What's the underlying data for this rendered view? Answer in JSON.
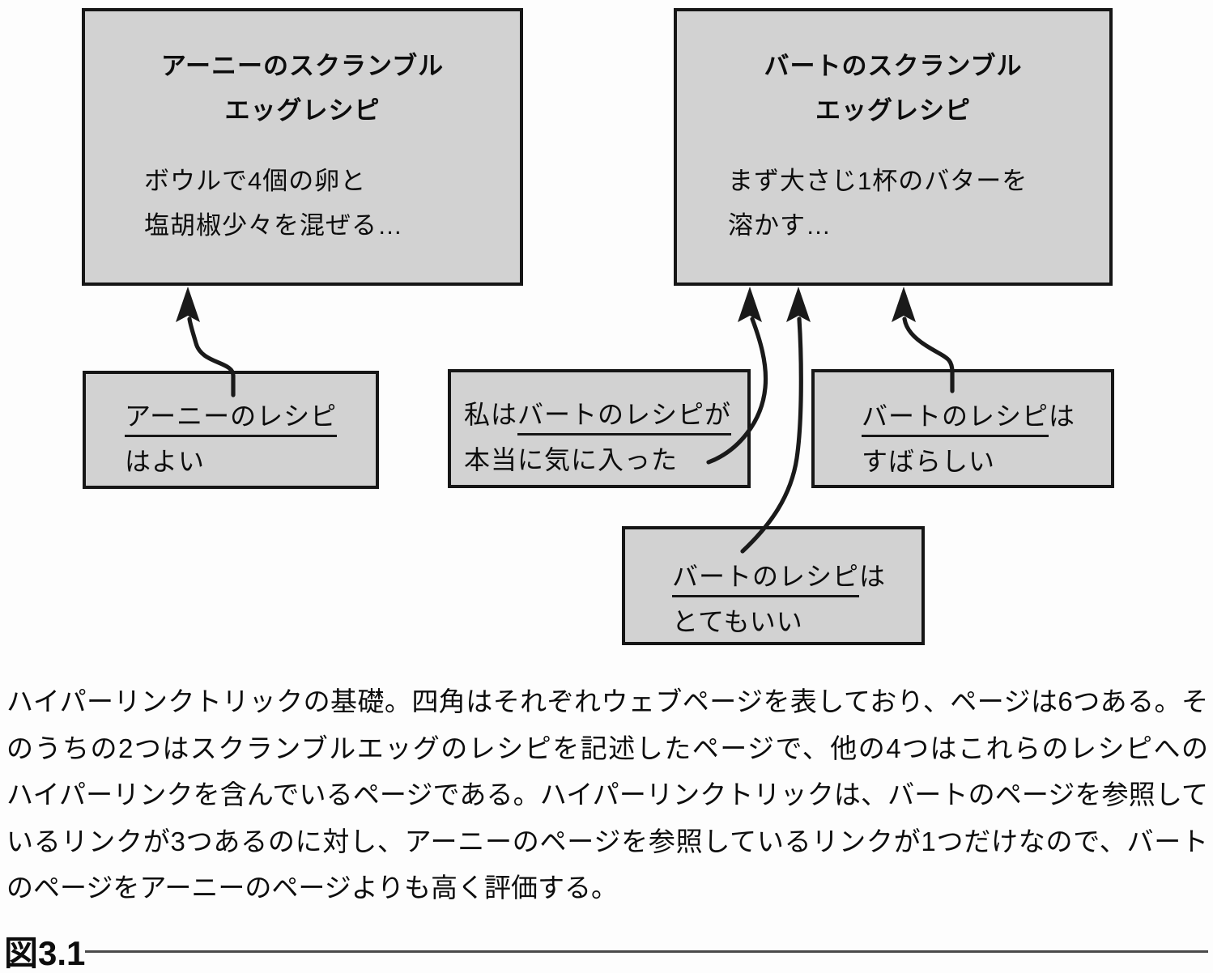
{
  "figure_label": "図3.1",
  "colors": {
    "box_fill": "#d2d2d2",
    "box_border": "#161616",
    "ink": "#0d0d0d",
    "rule": "#4a4a4a"
  },
  "recipe_pages": {
    "ernie": {
      "title": "アーニーのスクランブル\nエッグレシピ",
      "body": "ボウルで4個の卵と\n塩胡椒少々を混ぜる…"
    },
    "bert": {
      "title": "バートのスクランブル\nエッグレシピ",
      "body": "まず大さじ1杯のバターを\n溶かす…"
    }
  },
  "link_pages": {
    "ernie_is_good": {
      "pre": "",
      "link": "アーニーのレシピ",
      "post": "",
      "line2": "はよい"
    },
    "really_liked_bert": {
      "pre": "私は",
      "link": "バートのレシピが",
      "post": "",
      "line2": "本当に気に入った"
    },
    "bert_is_wonderful": {
      "pre": "",
      "link": "バートのレシピ",
      "post": "は",
      "line2": "すばらしい"
    },
    "bert_is_very_good": {
      "pre": "",
      "link": "バートのレシピ",
      "post": "は",
      "line2": "とてもいい"
    }
  },
  "caption_lines": [
    "ハイパーリンクトリックの基礎。四角はそれぞれウェブページを表しており、ページは6つある。そ",
    "のうちの2つはスクランブルエッグのレシピを記述したページで、他の4つはこれらのレシピへの",
    "ハイパーリンクを含んでいるページである。ハイパーリンクトリックは、バートのページを参照して",
    "いるリンクが3つあるのに対し、アーニーのページを参照しているリンクが1つだけなので、バート",
    "のページをアーニーのページよりも高く評価する。"
  ]
}
